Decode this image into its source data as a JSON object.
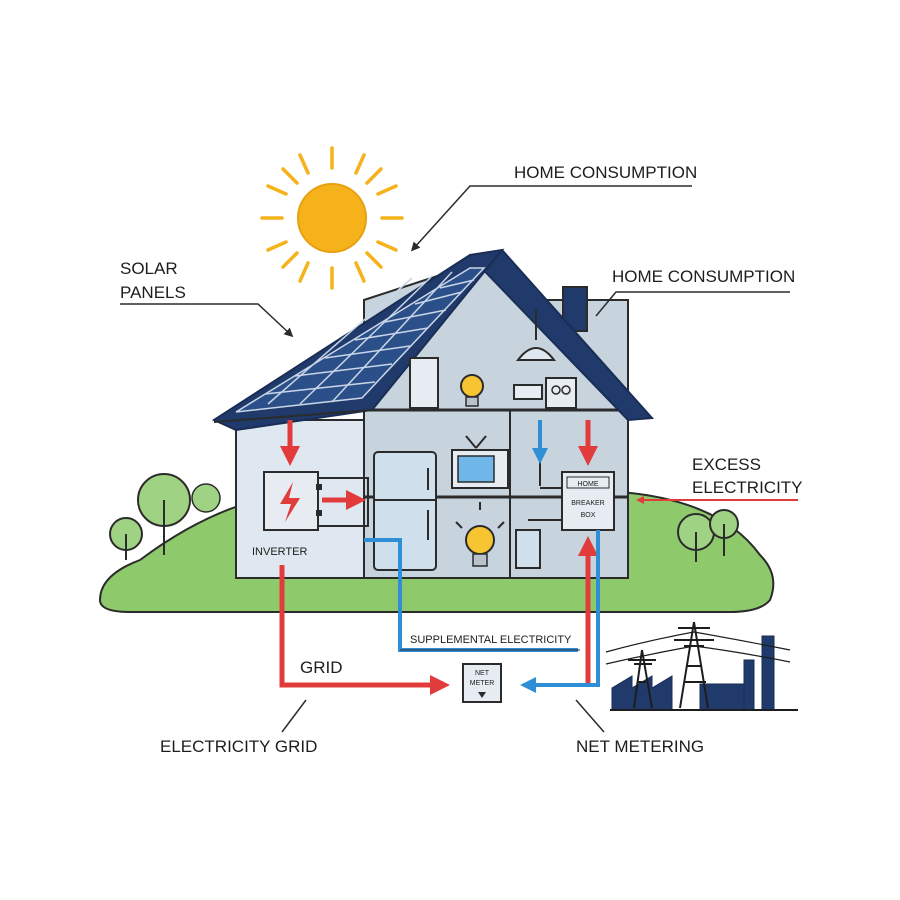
{
  "labels": {
    "home_consumption_top": "HOME CONSUMPTION",
    "home_consumption_right": "HOME CONSUMPTION",
    "solar_panels_line1": "SOLAR",
    "solar_panels_line2": "PANELS",
    "excess_line1": "EXCESS",
    "excess_line2": "ELECTRICITY",
    "inverter": "INVERTER",
    "breaker_line1": "HOME",
    "breaker_line2": "BREAKER",
    "breaker_line3": "BOX",
    "supplemental": "SUPPLEMENTAL ELECTRICITY",
    "grid": "GRID",
    "net_meter_line1": "NET",
    "net_meter_line2": "METER",
    "electricity_grid": "ELECTRICITY GRID",
    "net_metering": "NET METERING"
  },
  "colors": {
    "excess_flow": "#e23b3b",
    "supplemental_flow": "#2f8fd6",
    "roof": "#1f3a6b",
    "sun": "#f6b21a",
    "grass": "#8ec96b",
    "house_wall": "#dfe8f0",
    "outline": "#2b2b2b"
  },
  "icons": [
    "sun-icon",
    "lightning-icon",
    "light-bulb-icon",
    "tv-icon",
    "refrigerator-icon",
    "tree-icon",
    "power-tower-icon",
    "factory-icon"
  ]
}
